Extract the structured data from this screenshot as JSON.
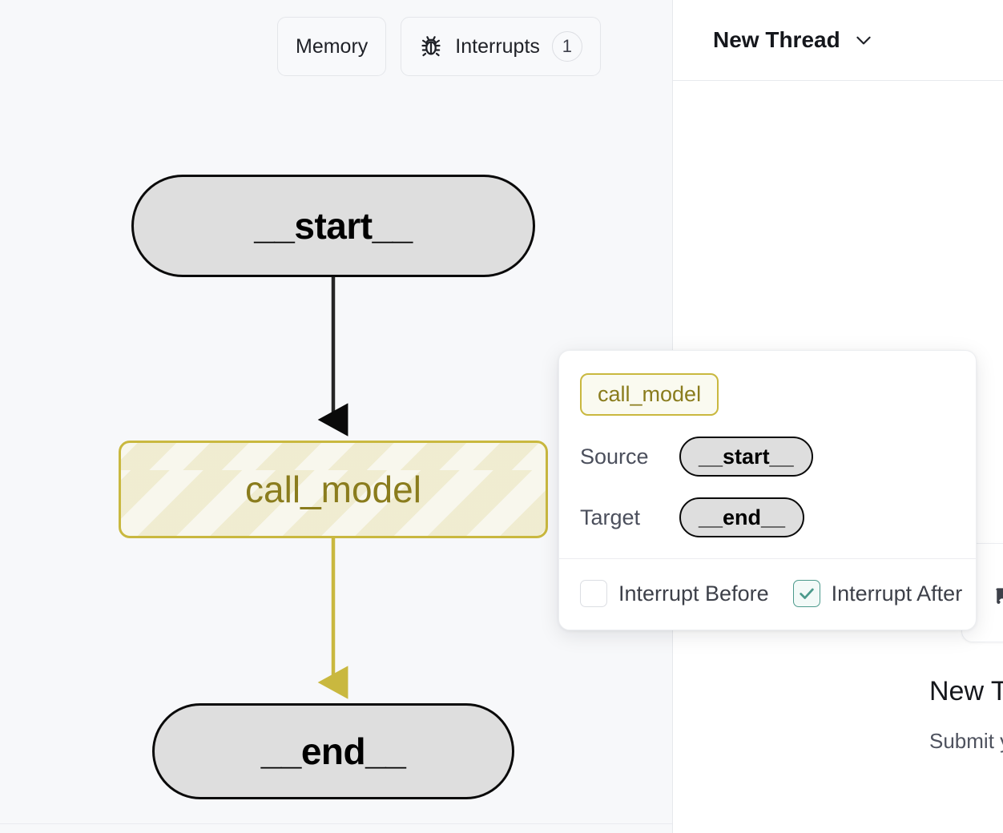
{
  "toolbar": {
    "memory_label": "Memory",
    "interrupts_label": "Interrupts",
    "interrupts_icon": "bug-icon",
    "interrupts_count": "1"
  },
  "graph": {
    "nodes": [
      {
        "id": "start",
        "label": "__start__",
        "type": "terminal"
      },
      {
        "id": "call_model",
        "label": "call_model",
        "type": "active"
      },
      {
        "id": "end",
        "label": "__end__",
        "type": "terminal"
      }
    ],
    "edges": [
      {
        "from": "__start__",
        "to": "call_model",
        "color": "#262626"
      },
      {
        "from": "call_model",
        "to": "__end__",
        "color": "#c9b83f"
      }
    ],
    "colors": {
      "terminal_fill": "#dedede",
      "terminal_stroke": "#0a0a0a",
      "active_stroke": "#c9b83f",
      "active_fill": "#f8f7ed",
      "active_text": "#8a7c1d",
      "canvas_bg": "#f7f8fa"
    }
  },
  "popover": {
    "node_badge": "call_model",
    "rows": [
      {
        "label": "Source",
        "value": "__start__"
      },
      {
        "label": "Target",
        "value": "__end__"
      }
    ],
    "checkboxes": [
      {
        "label": "Interrupt Before",
        "checked": false
      },
      {
        "label": "Interrupt After",
        "checked": true
      }
    ],
    "accent": "#c9b83f",
    "checked_color": "#4c9a8c"
  },
  "thread": {
    "title": "New Thread",
    "dropdown_icon": "chevron-down-icon",
    "empty_title": "New T",
    "empty_subtitle": "Submit your input",
    "card_icon": "message-icon"
  }
}
